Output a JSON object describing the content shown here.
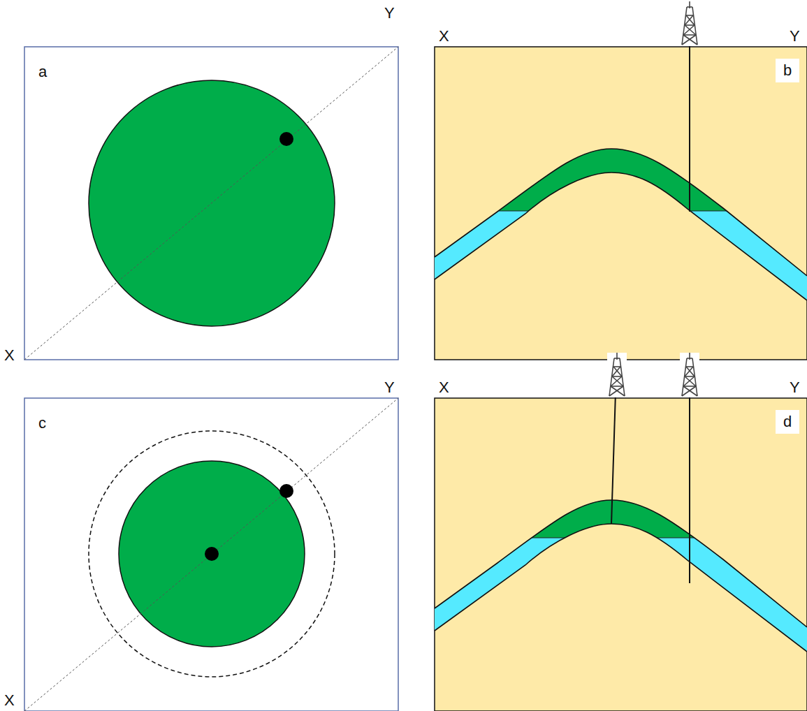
{
  "diagram": {
    "labels": [
      "X",
      "Y",
      "a",
      "X",
      "Y",
      "b",
      "X",
      "Y",
      "c",
      "X",
      "Y",
      "d"
    ]
  }
}
